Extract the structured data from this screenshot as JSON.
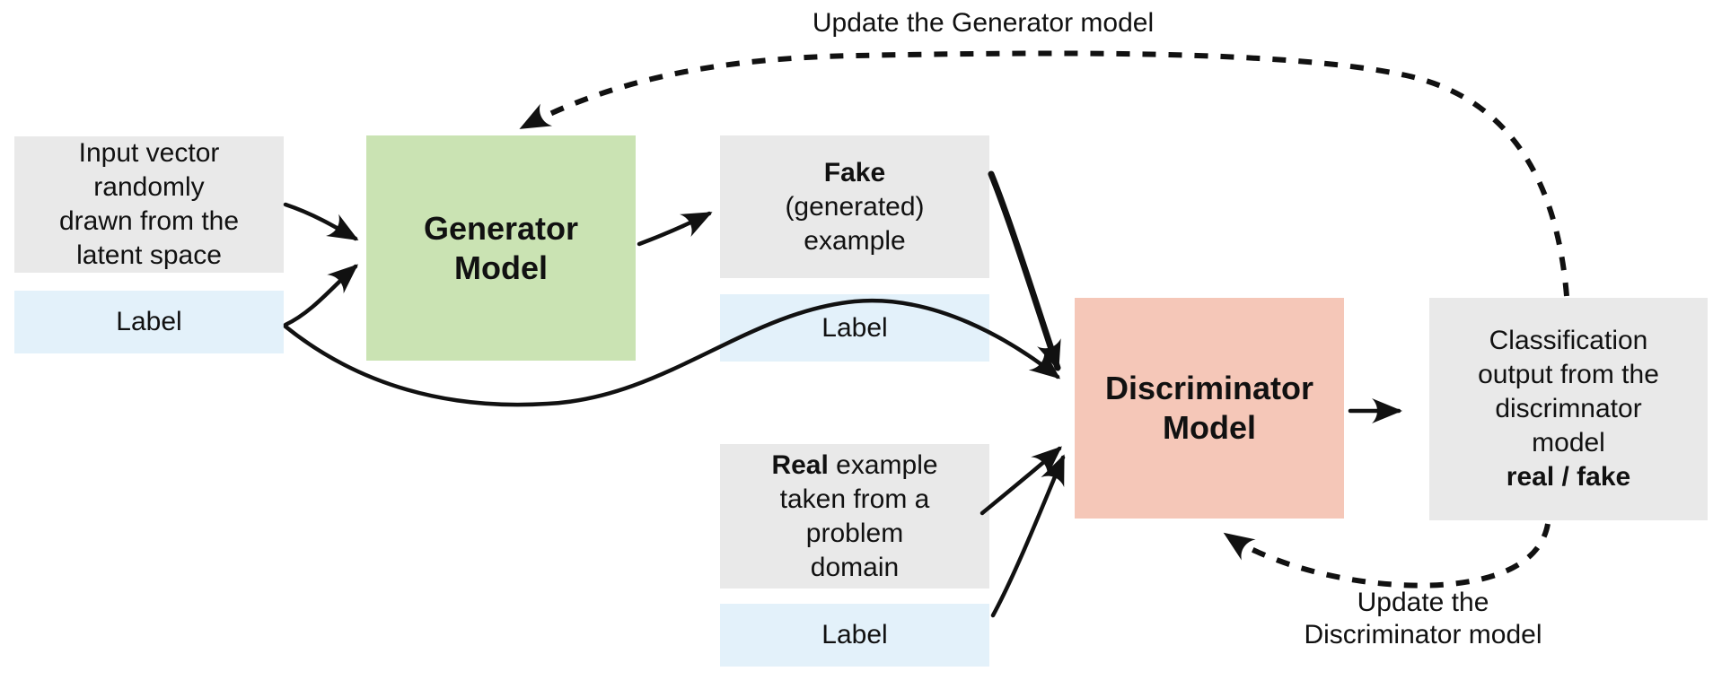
{
  "colors": {
    "box_gray": "#e9e9e9",
    "box_blue": "#e3f1fa",
    "box_green": "#cae3b3",
    "box_pink": "#f5c7b8",
    "ink": "#111111",
    "canvas_bg": "#ffffff"
  },
  "boxes": {
    "input": {
      "line1": "Input vector",
      "line2": "randomly",
      "line3": "drawn from the",
      "line4": "latent space"
    },
    "generator": {
      "line1": "Generator",
      "line2": "Model"
    },
    "fake": {
      "line1": "Fake",
      "line2": "(generated)",
      "line3": "example"
    },
    "real": {
      "line1_bold": "Real",
      "line1_rest": " example",
      "line2": "taken from a",
      "line3": "problem",
      "line4": "domain"
    },
    "discriminator": {
      "line1": "Discriminator",
      "line2": "Model"
    },
    "classification": {
      "line1": "Classification",
      "line2": "output from the",
      "line3": "discrimnator",
      "line4": "model",
      "line5": "real / fake"
    },
    "labels": {
      "input": "Label",
      "fake": "Label",
      "real": "Label"
    }
  },
  "annotations": {
    "update_generator": "Update the Generator model",
    "update_discriminator_1": "Update the",
    "update_discriminator_2": "Discriminator model"
  }
}
